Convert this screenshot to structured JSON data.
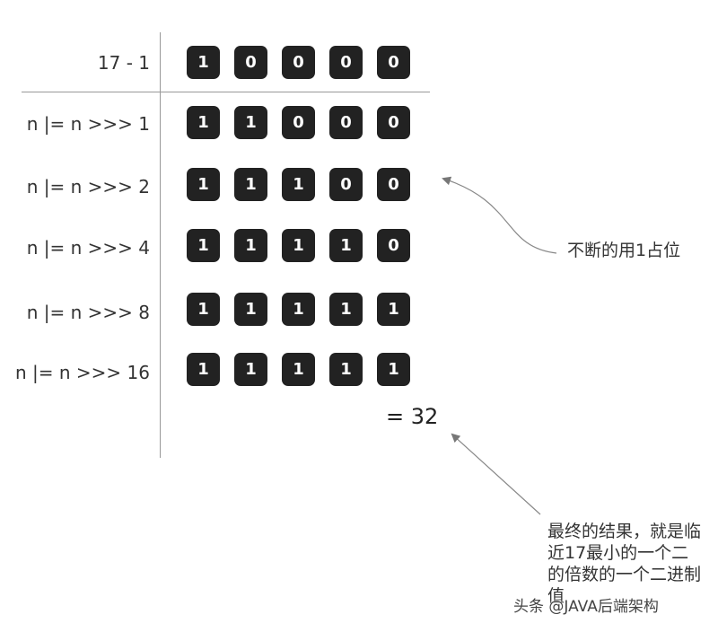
{
  "rows": [
    {
      "label": "17 - 1",
      "bits": [
        "1",
        "0",
        "0",
        "0",
        "0"
      ]
    },
    {
      "label": "n |= n >>> 1",
      "bits": [
        "1",
        "1",
        "0",
        "0",
        "0"
      ]
    },
    {
      "label": "n |= n >>> 2",
      "bits": [
        "1",
        "1",
        "1",
        "0",
        "0"
      ]
    },
    {
      "label": "n |= n >>> 4",
      "bits": [
        "1",
        "1",
        "1",
        "1",
        "0"
      ]
    },
    {
      "label": "n |= n >>> 8",
      "bits": [
        "1",
        "1",
        "1",
        "1",
        "1"
      ]
    },
    {
      "label": "n |= n >>> 16",
      "bits": [
        "1",
        "1",
        "1",
        "1",
        "1"
      ]
    }
  ],
  "result": "= 32",
  "annotations": {
    "note1": "不断的用1占位",
    "note2": "最终的结果，就是临近17最小的一个二的倍数的一个二进制值"
  },
  "watermark": "头条 @JAVA后端架构",
  "colors": {
    "bit_bg": "#222222",
    "bit_text": "#ffffff",
    "line": "#999999"
  }
}
